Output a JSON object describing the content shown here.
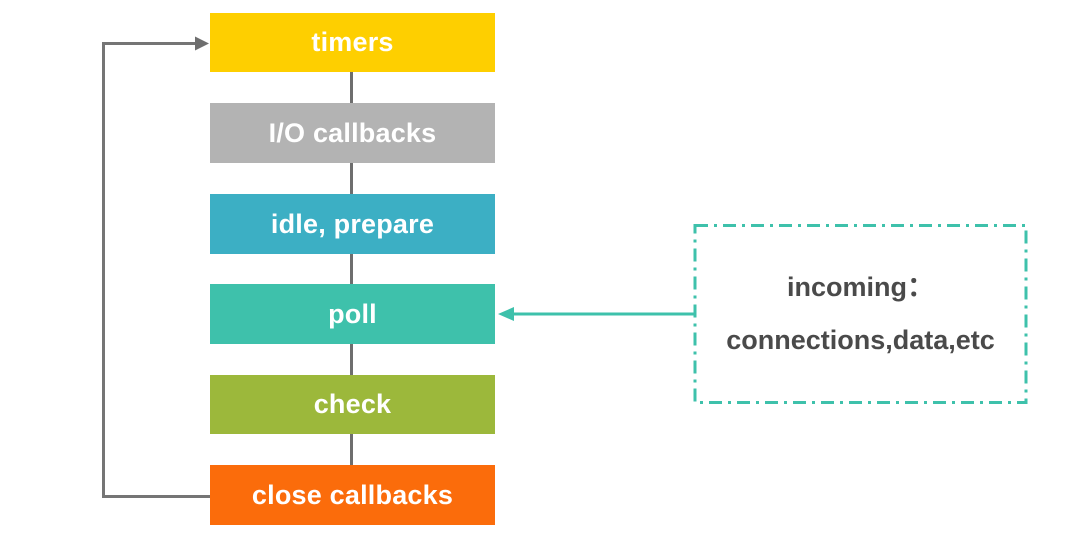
{
  "diagram": {
    "phases": [
      {
        "label": "timers",
        "color": "#FECF00"
      },
      {
        "label": "I/O callbacks",
        "color": "#B3B3B3"
      },
      {
        "label": "idle, prepare",
        "color": "#3CAFC4"
      },
      {
        "label": "poll",
        "color": "#3EC1AB"
      },
      {
        "label": "check",
        "color": "#9CB83B"
      },
      {
        "label": "close callbacks",
        "color": "#FB6C0B"
      }
    ],
    "note": {
      "line1": "incoming：",
      "line2": "connections,data,etc",
      "border_color": "#3EC1AB",
      "text_color": "#4A4A4A"
    },
    "colors": {
      "loop_line": "#757575",
      "loop_arrowhead": "#6E6E6E",
      "spine_line": "#6E6E6E",
      "incoming_arrow": "#3EC1AB",
      "label_text": "#FFFFFF",
      "background": "#FFFFFF"
    }
  }
}
